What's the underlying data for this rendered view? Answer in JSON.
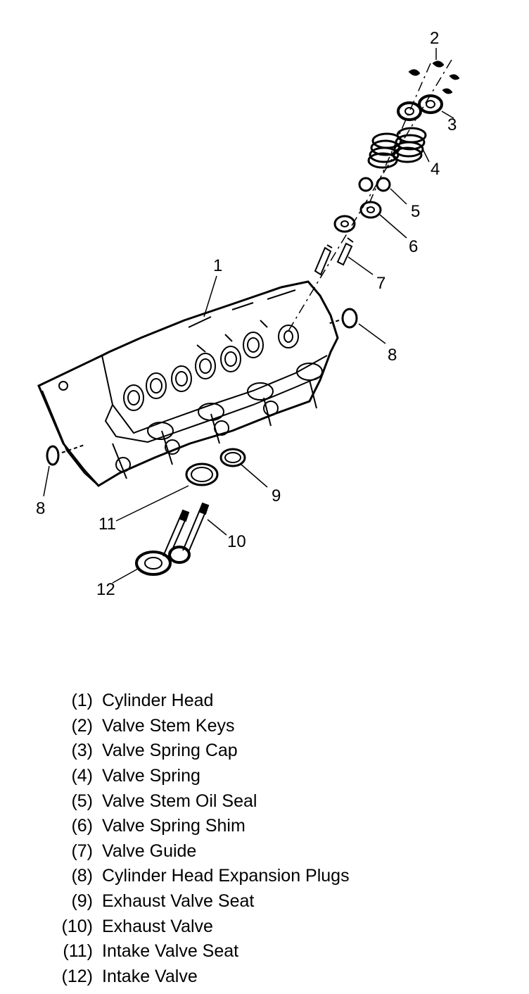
{
  "callouts": {
    "c1": "1",
    "c2": "2",
    "c3": "3",
    "c4": "4",
    "c5": "5",
    "c6": "6",
    "c7": "7",
    "c8a": "8",
    "c8b": "8",
    "c9": "9",
    "c10": "10",
    "c11": "11",
    "c12": "12"
  },
  "legend": [
    {
      "num": "(1)",
      "label": "Cylinder Head"
    },
    {
      "num": "(2)",
      "label": "Valve Stem Keys"
    },
    {
      "num": "(3)",
      "label": "Valve Spring Cap"
    },
    {
      "num": "(4)",
      "label": "Valve Spring"
    },
    {
      "num": "(5)",
      "label": "Valve Stem Oil Seal"
    },
    {
      "num": "(6)",
      "label": "Valve Spring Shim"
    },
    {
      "num": "(7)",
      "label": "Valve Guide"
    },
    {
      "num": "(8)",
      "label": "Cylinder Head Expansion Plugs"
    },
    {
      "num": "(9)",
      "label": "Exhaust Valve Seat"
    },
    {
      "num": "(10)",
      "label": "Exhaust Valve"
    },
    {
      "num": "(11)",
      "label": "Intake Valve Seat"
    },
    {
      "num": "(12)",
      "label": "Intake Valve"
    }
  ]
}
